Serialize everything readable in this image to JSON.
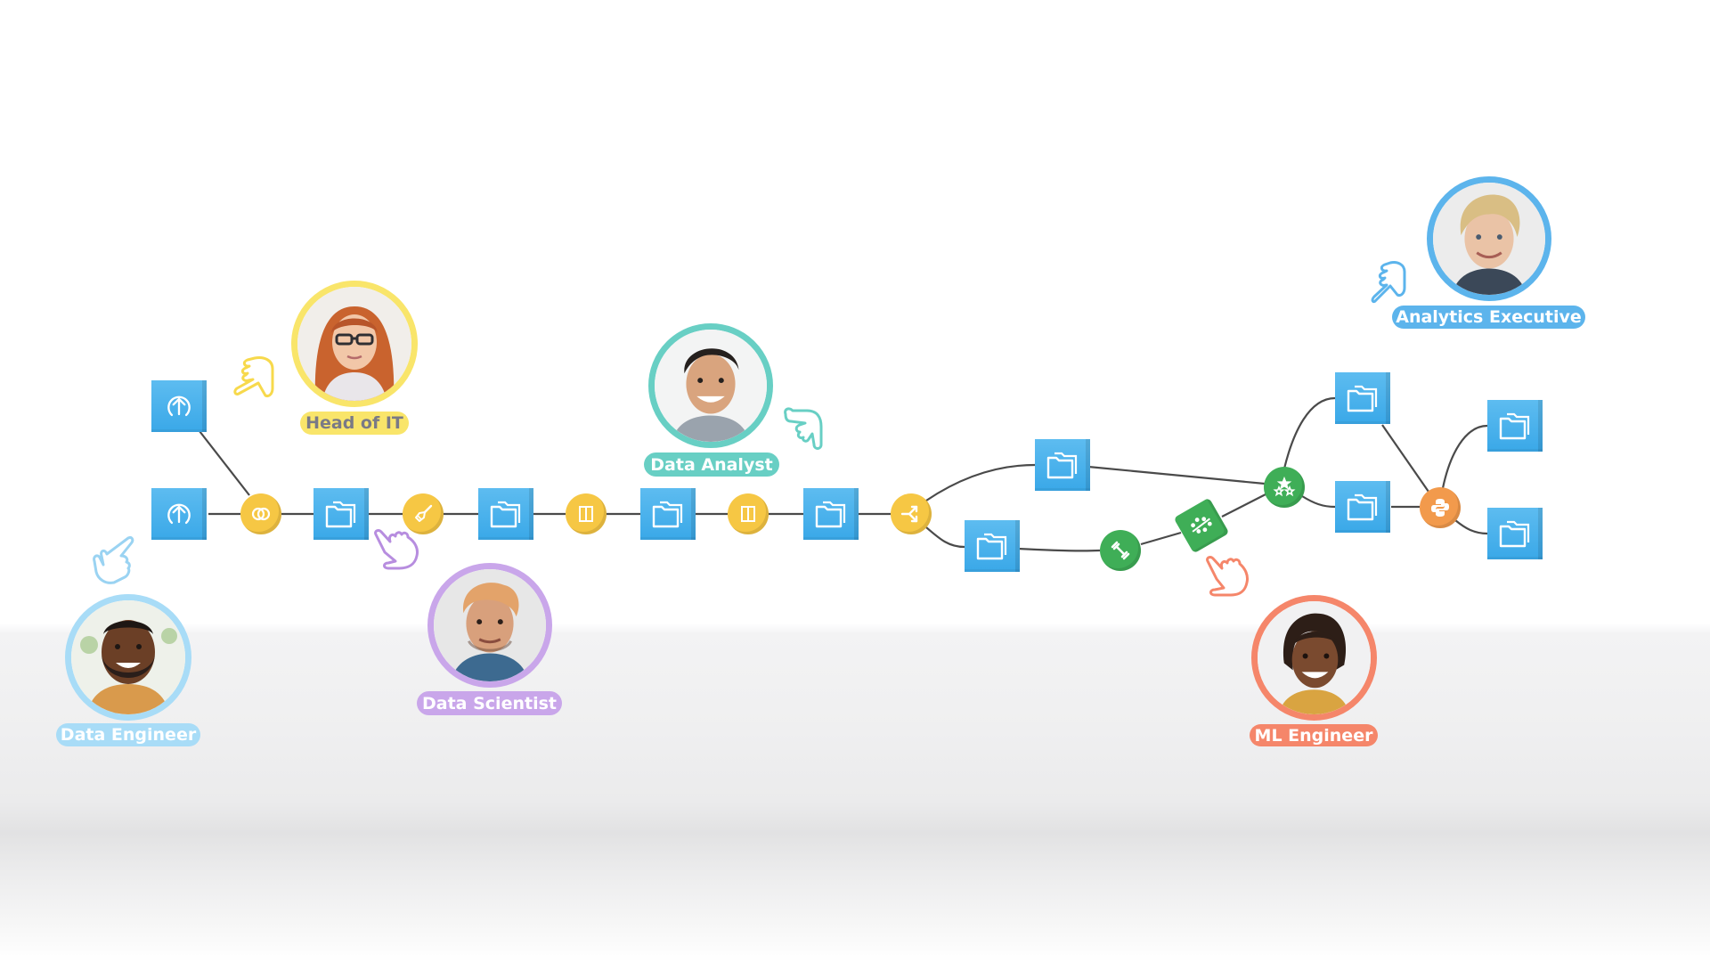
{
  "diagram": {
    "type": "data-pipeline-collaboration",
    "colors": {
      "dataset_box": "#3aa8e8",
      "prep_node": "#f6c744",
      "ml_node": "#3fae57",
      "code_node": "#f29a4c",
      "connector": "#4a4a4a"
    },
    "nodes": [
      {
        "id": "upload-1",
        "kind": "dataset",
        "icon": "upload-icon"
      },
      {
        "id": "upload-2",
        "kind": "dataset",
        "icon": "upload-icon"
      },
      {
        "id": "join",
        "kind": "recipe",
        "icon": "join-icon"
      },
      {
        "id": "dataset-1",
        "kind": "dataset",
        "icon": "folder-icon"
      },
      {
        "id": "prepare",
        "kind": "recipe",
        "icon": "broom-icon"
      },
      {
        "id": "dataset-2",
        "kind": "dataset",
        "icon": "folder-icon"
      },
      {
        "id": "window-1",
        "kind": "recipe",
        "icon": "columns-icon"
      },
      {
        "id": "dataset-3",
        "kind": "dataset",
        "icon": "folder-icon"
      },
      {
        "id": "window-2",
        "kind": "recipe",
        "icon": "columns-icon"
      },
      {
        "id": "dataset-4",
        "kind": "dataset",
        "icon": "folder-icon"
      },
      {
        "id": "split",
        "kind": "recipe",
        "icon": "split-icon"
      },
      {
        "id": "dataset-upper",
        "kind": "dataset",
        "icon": "folder-icon"
      },
      {
        "id": "dataset-lower",
        "kind": "dataset",
        "icon": "folder-icon"
      },
      {
        "id": "train",
        "kind": "ml",
        "icon": "dumbbell-icon"
      },
      {
        "id": "model",
        "kind": "ml",
        "icon": "model-icon"
      },
      {
        "id": "score",
        "kind": "ml",
        "icon": "stars-icon"
      },
      {
        "id": "dataset-scored-1",
        "kind": "dataset",
        "icon": "folder-icon"
      },
      {
        "id": "dataset-scored-2",
        "kind": "dataset",
        "icon": "folder-icon"
      },
      {
        "id": "python",
        "kind": "code",
        "icon": "python-icon"
      },
      {
        "id": "output-1",
        "kind": "dataset",
        "icon": "folder-icon"
      },
      {
        "id": "output-2",
        "kind": "dataset",
        "icon": "folder-icon"
      }
    ]
  },
  "personas": [
    {
      "label": "Head of IT",
      "color": "#f9e56a",
      "text_color": "#7a7a86"
    },
    {
      "label": "Data Engineer",
      "color": "#a8dcf7",
      "text_color": "#ffffff"
    },
    {
      "label": "Data Scientist",
      "color": "#c9a6ea",
      "text_color": "#ffffff"
    },
    {
      "label": "Data Analyst",
      "color": "#68cfc4",
      "text_color": "#ffffff"
    },
    {
      "label": "ML Engineer",
      "color": "#f5866a",
      "text_color": "#ffffff"
    },
    {
      "label": "Analytics Executive",
      "color": "#5cb4ec",
      "text_color": "#ffffff"
    }
  ]
}
